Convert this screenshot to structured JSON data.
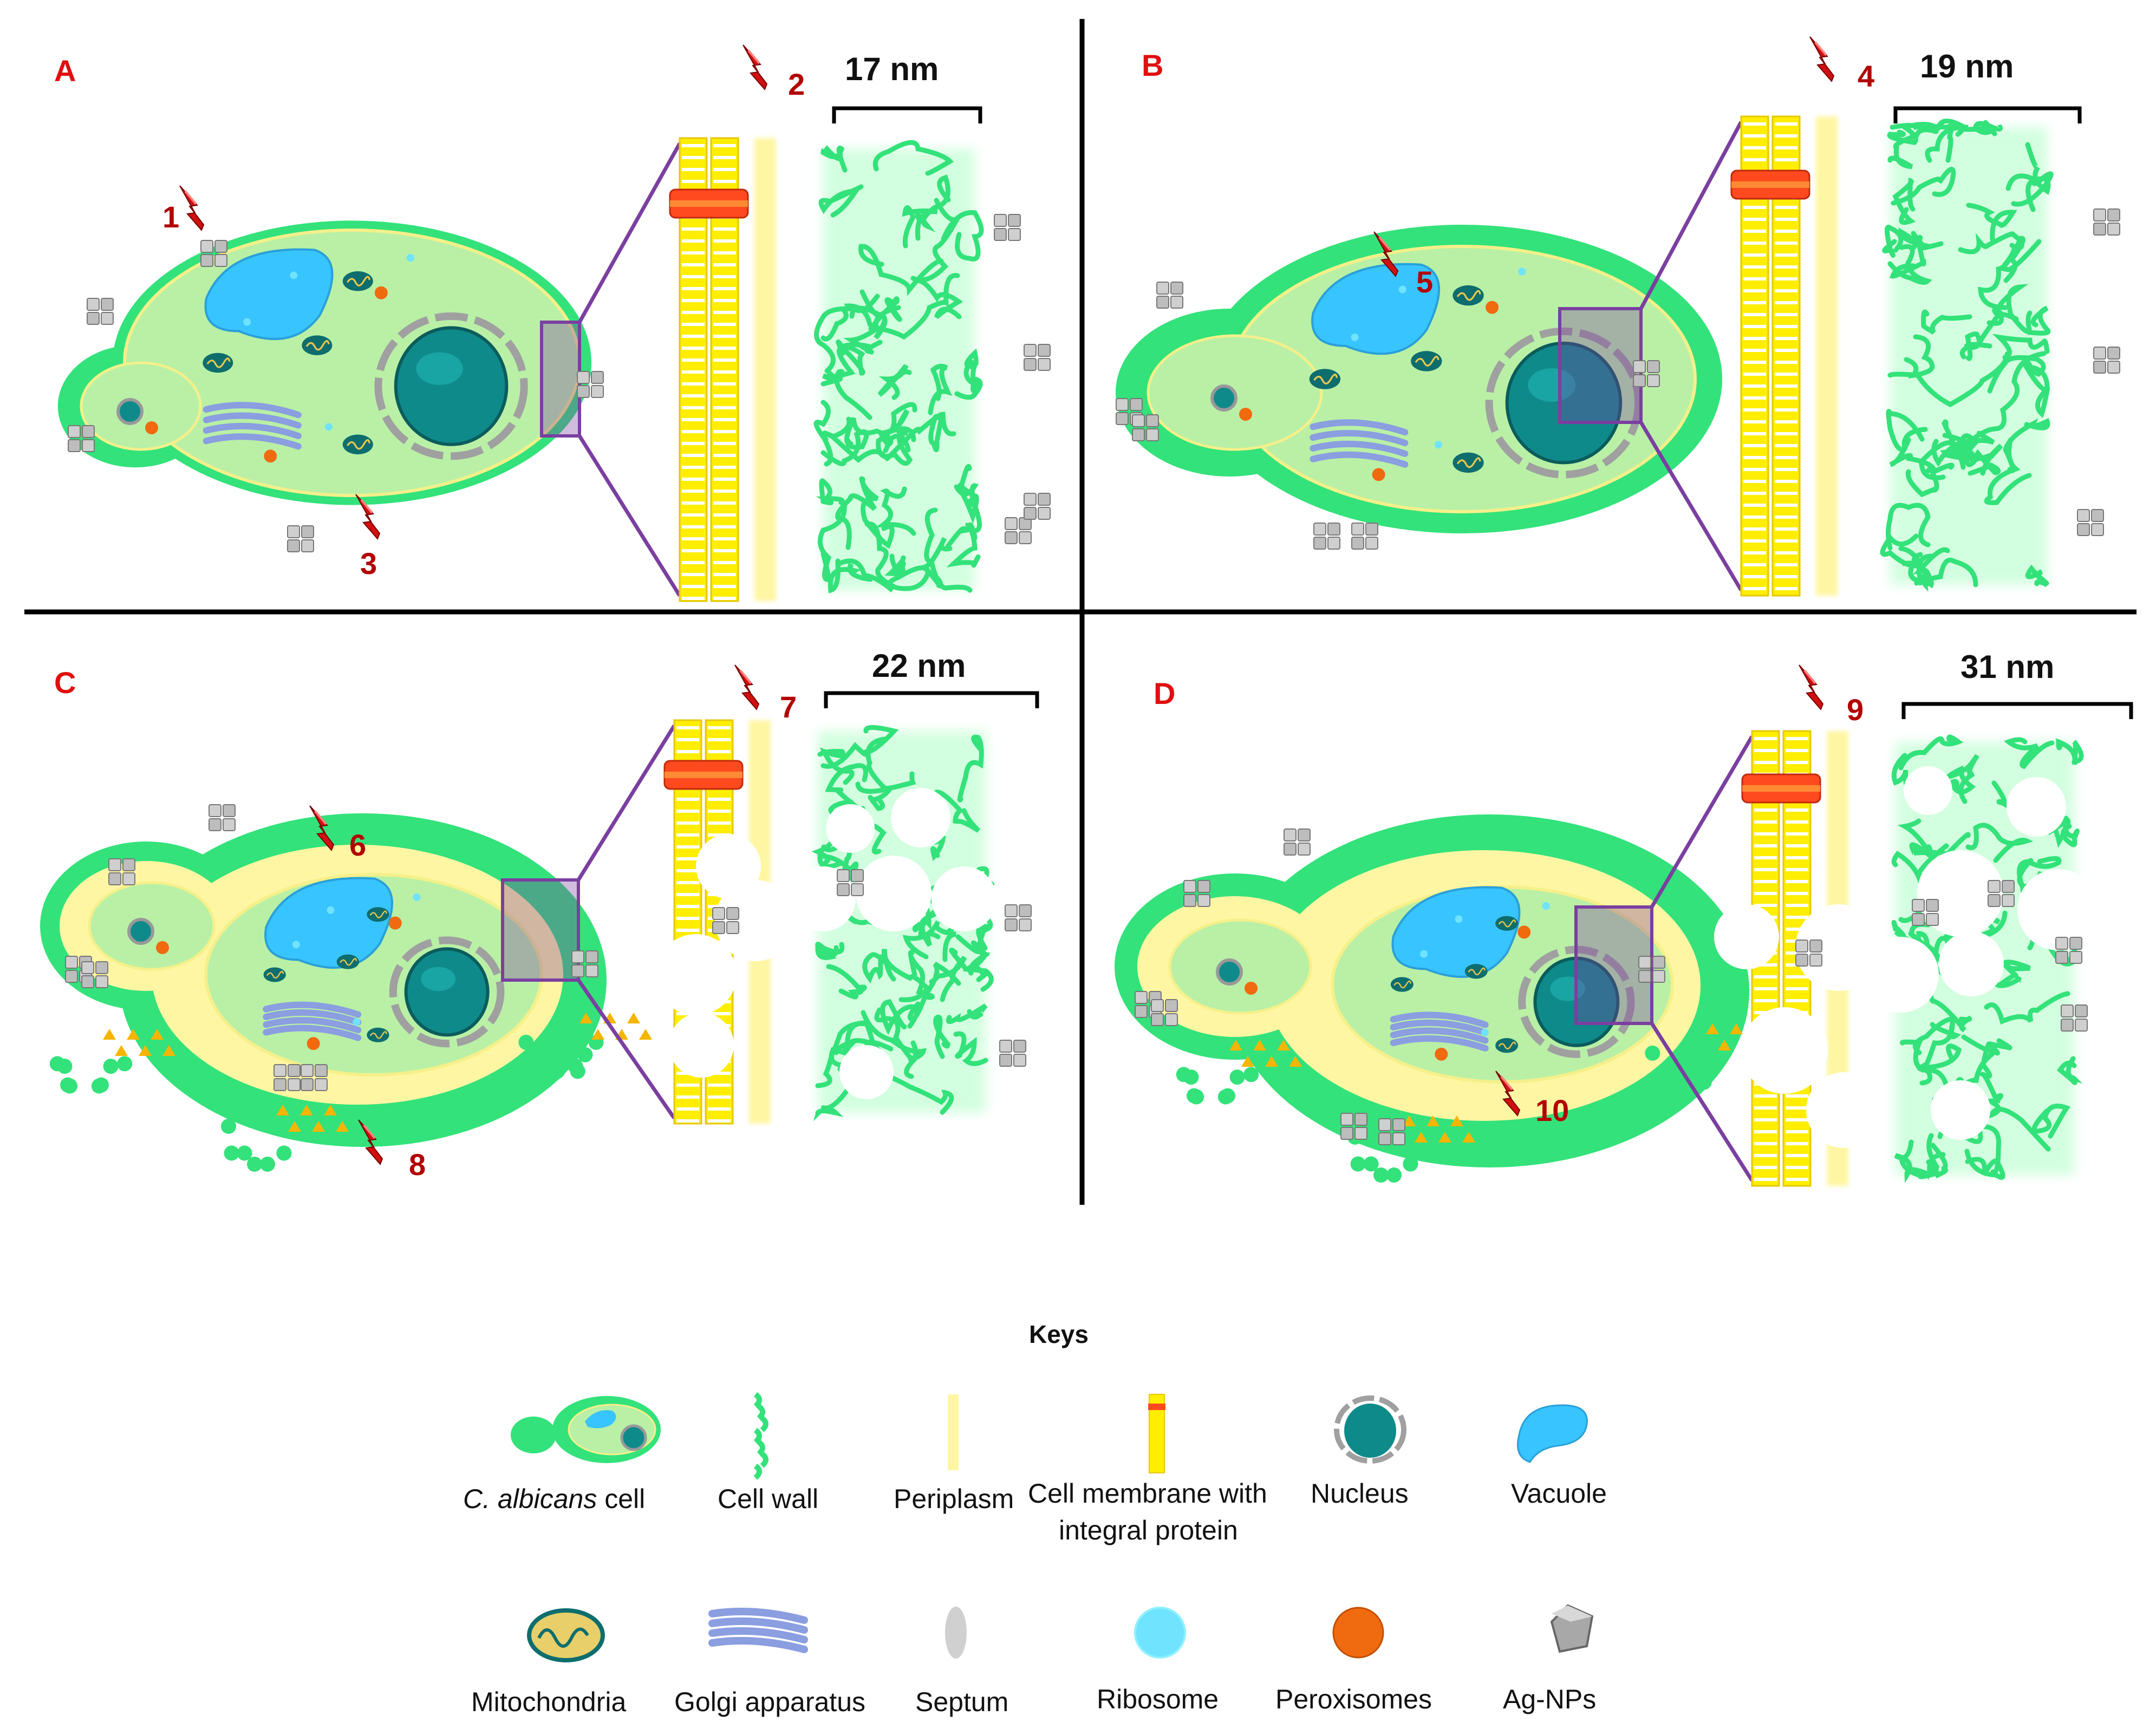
{
  "colors": {
    "panel_label": "#e01010",
    "number": "#b30000",
    "cell_wall": "#33e27a",
    "cytoplasm": "#b9f0a6",
    "periplasm": "#fff6a3",
    "membrane": "#ffee00",
    "integral_protein": "#ff4a1f",
    "zoom_box": "#7a3fa0",
    "vacuole": "#38c4ff",
    "nucleus": "#0f8a8a",
    "peroxisome": "#f06a10",
    "ribosome": "#6fe3ff",
    "mitochondria": "#0e6d6d",
    "golgi": "#8a9ee0",
    "ag_np": "#a8a8a8",
    "leakage": "#f6b500"
  },
  "panels": [
    {
      "label": "A",
      "scale_label": "17 nm",
      "numbers": [
        "1",
        "2",
        "3"
      ]
    },
    {
      "label": "B",
      "scale_label": "19 nm",
      "numbers": [
        "4",
        "5"
      ]
    },
    {
      "label": "C",
      "scale_label": "22 nm",
      "numbers": [
        "6",
        "7",
        "8"
      ]
    },
    {
      "label": "D",
      "scale_label": "31 nm",
      "numbers": [
        "9",
        "10"
      ]
    }
  ],
  "keys": {
    "title": "Keys",
    "row1": [
      {
        "id": "cell",
        "label_italic": "C. albicans",
        "label_rest": " cell"
      },
      {
        "id": "wall",
        "label": "Cell wall"
      },
      {
        "id": "periplasm",
        "label": "Periplasm"
      },
      {
        "id": "membrane",
        "label_line1": "Cell membrane with",
        "label_line2": "integral protein"
      },
      {
        "id": "nucleus",
        "label": "Nucleus"
      },
      {
        "id": "vacuole",
        "label": "Vacuole"
      }
    ],
    "row2": [
      {
        "id": "mito",
        "label": "Mitochondria"
      },
      {
        "id": "golgi",
        "label": "Golgi apparatus"
      },
      {
        "id": "septum",
        "label": "Septum"
      },
      {
        "id": "ribosome",
        "label": "Ribosome"
      },
      {
        "id": "peroxisome",
        "label": "Peroxisomes"
      },
      {
        "id": "agnp",
        "label": "Ag-NPs"
      }
    ]
  }
}
